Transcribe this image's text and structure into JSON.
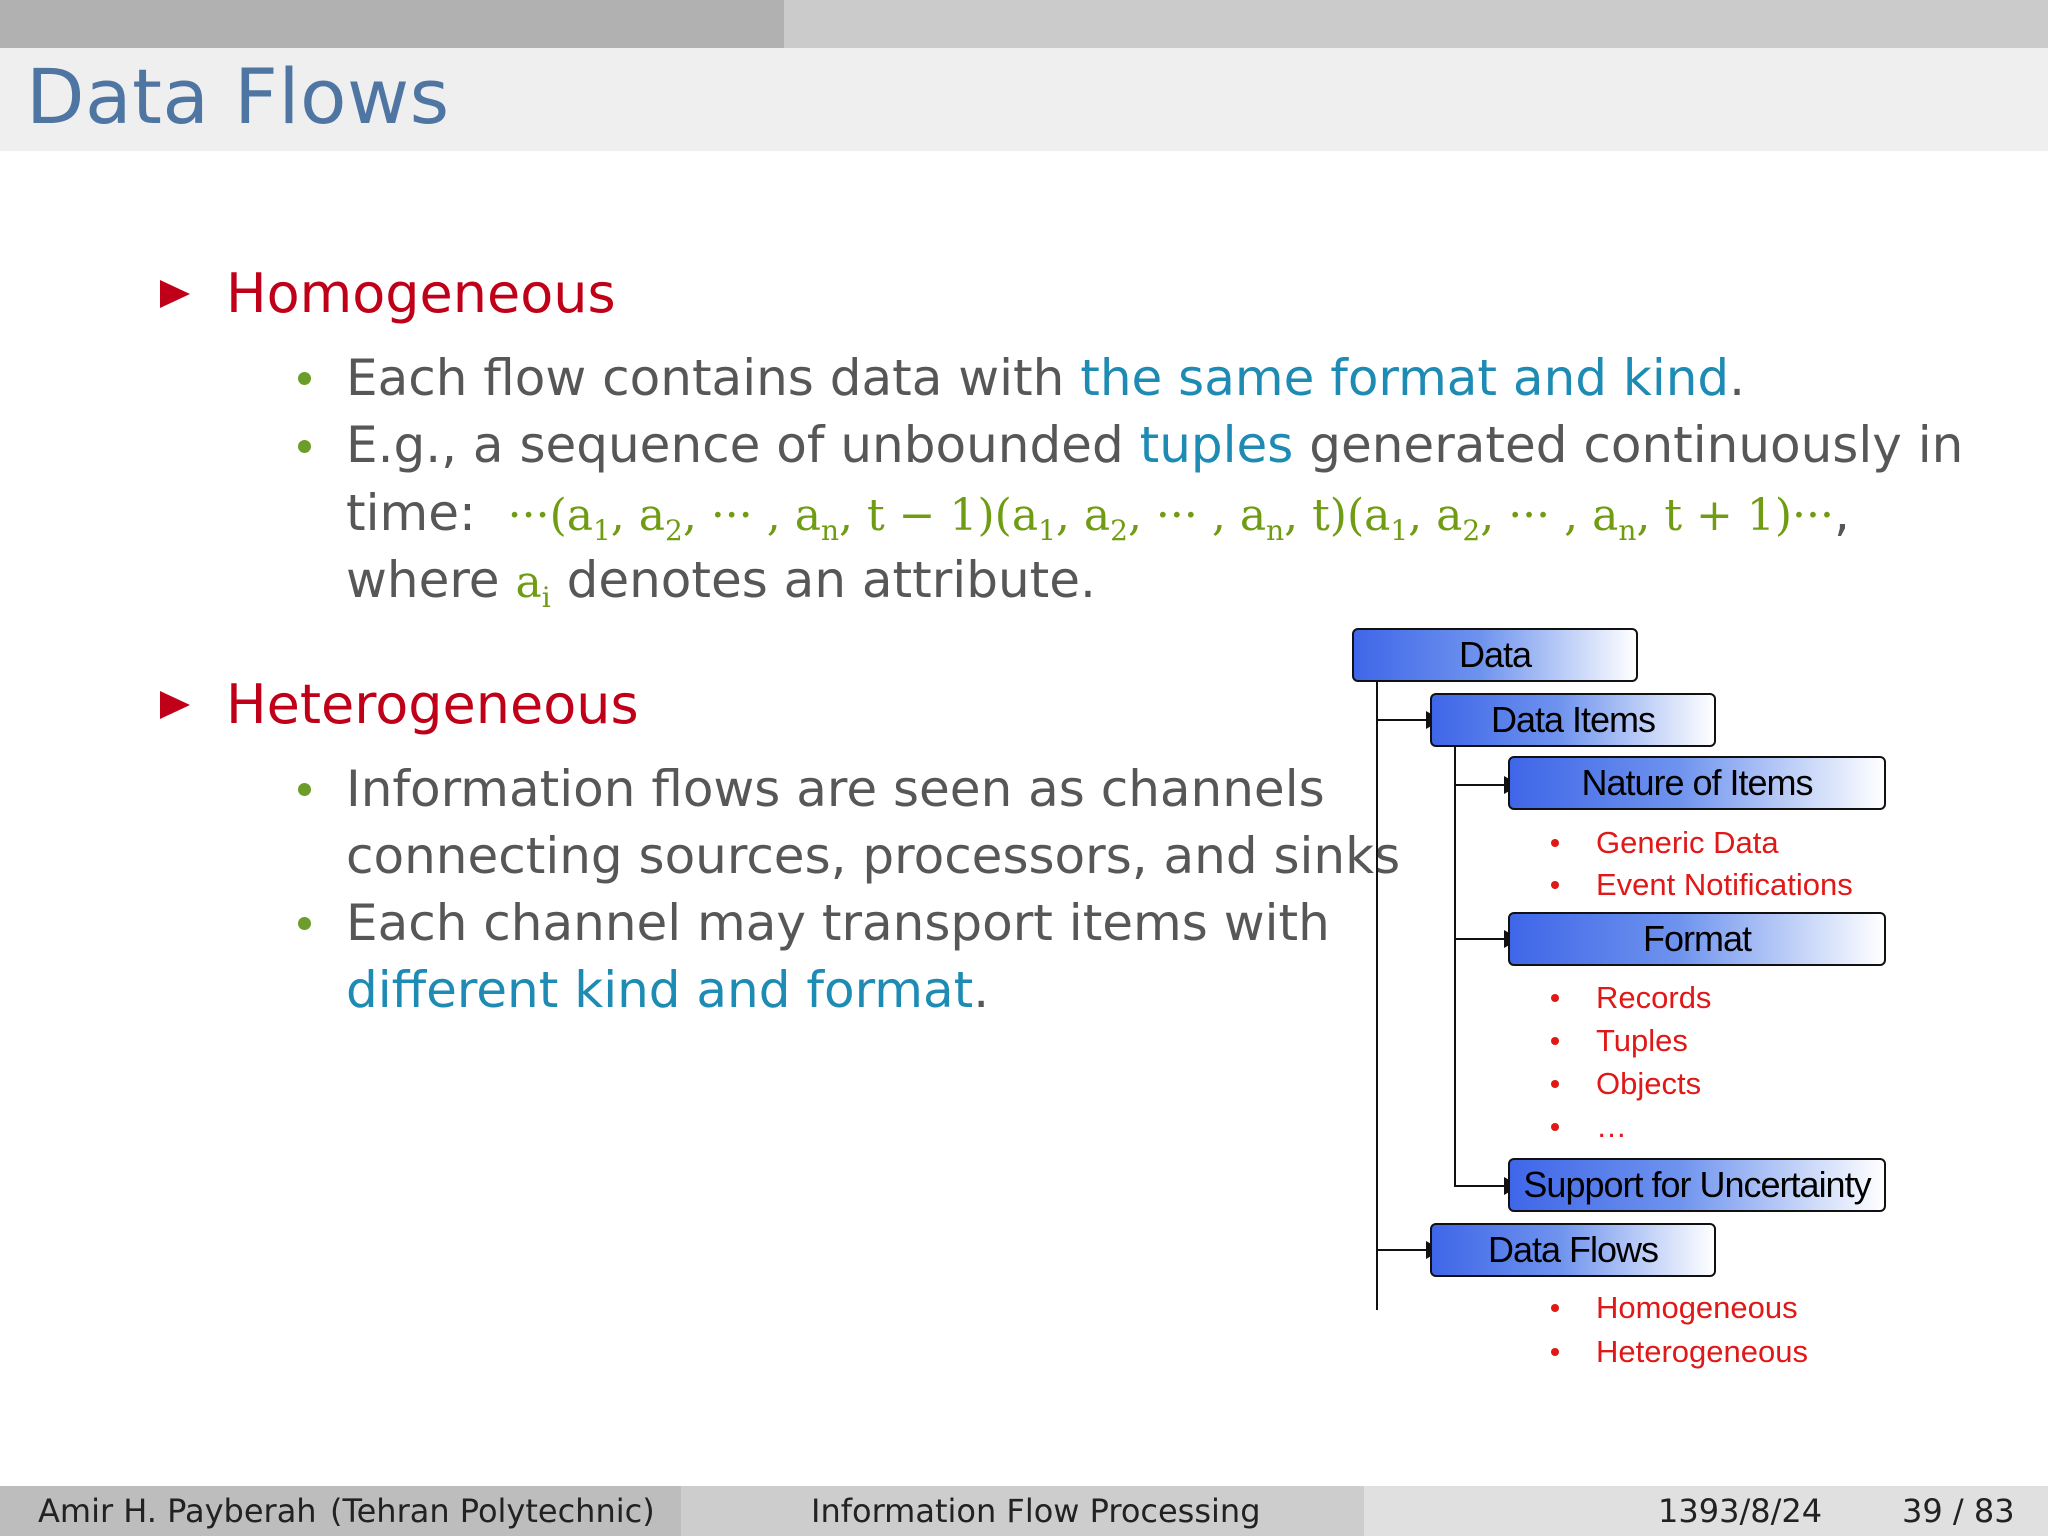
{
  "slide": {
    "title": "Data Flows",
    "progress_fraction": 0.383
  },
  "homogeneous": {
    "heading": "Homogeneous",
    "bullet1_pre": "Each flow contains data with ",
    "bullet1_hl": "the same format and kind",
    "bullet1_post": ".",
    "bullet2_pre": "E.g., a sequence of unbounded ",
    "bullet2_hl": "tuples",
    "bullet2_post": " generated continuously in",
    "bullet2_time": "time:",
    "bullet2_where": "where",
    "bullet2_attr": "denotes an attribute."
  },
  "heterogeneous": {
    "heading": "Heterogeneous",
    "bullet1_line1": "Information flows are seen as channels",
    "bullet1_line2": "connecting sources, processors, and sinks",
    "bullet2_line1": "Each channel may transport items with",
    "bullet2_hl": "different kind and format",
    "bullet2_post": "."
  },
  "diagram": {
    "data": "Data",
    "data_items": "Data Items",
    "nature_of_items": "Nature of Items",
    "nature_list": [
      "Generic Data",
      "Event Notifications"
    ],
    "format": "Format",
    "format_list": [
      "Records",
      "Tuples",
      "Objects",
      "…"
    ],
    "uncertainty": "Support for Uncertainty",
    "data_flows": "Data Flows",
    "flows_list": [
      "Homogeneous",
      "Heterogeneous"
    ]
  },
  "footer": {
    "author": "Amir H. Payberah",
    "affiliation": "(Tehran Polytechnic)",
    "course": "Information Flow Processing",
    "date": "1393/8/24",
    "page": "39 / 83"
  },
  "colors": {
    "title": "#4f75a3",
    "heading": "#c00018",
    "highlight": "#1d8bb3",
    "math": "#6f9c12",
    "diagram_red": "#e01818"
  }
}
